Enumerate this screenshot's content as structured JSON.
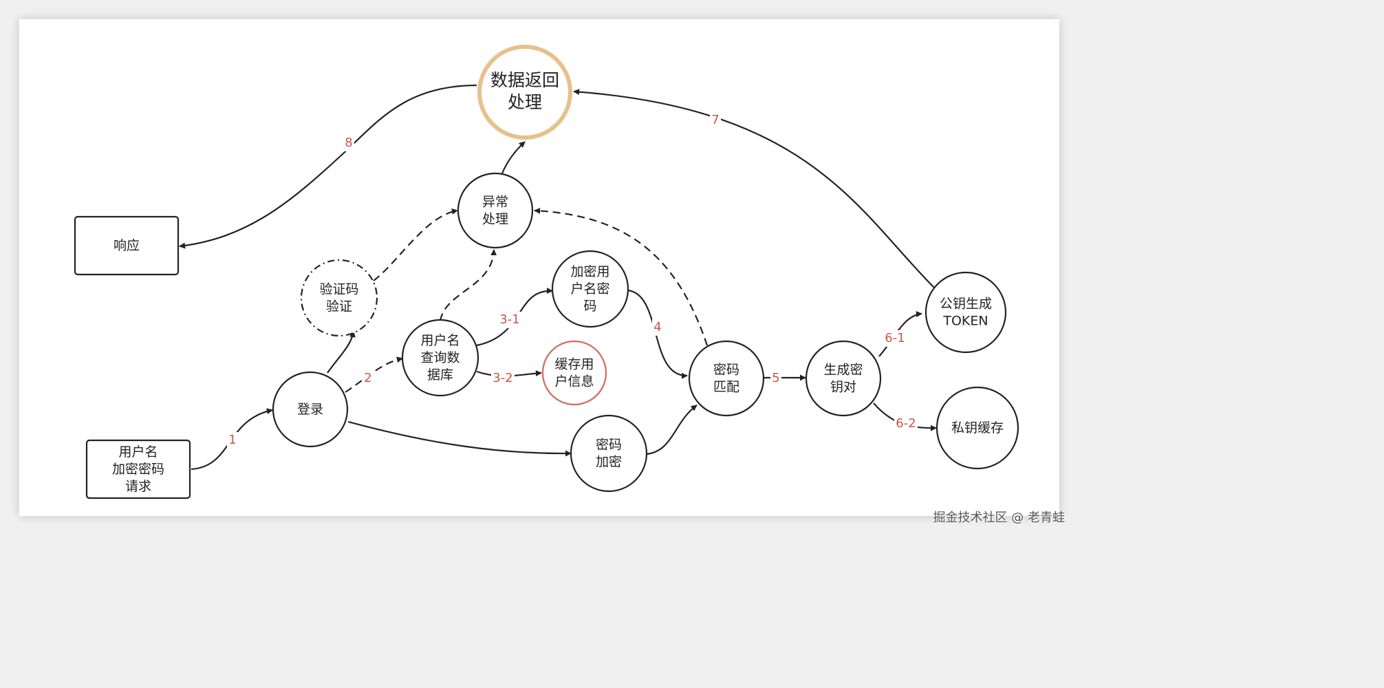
{
  "nodes": {
    "request": "用户名\n加密密码\n请求",
    "login": "登录",
    "captcha": "验证码\n验证",
    "query_db": "用户名\n查询数\n据库",
    "exception": "异常\n处理",
    "data_return": "数据返回\n处理",
    "response": "响应",
    "encrypt_user_pwd": "加密用\n户名密\n码",
    "cache_user": "缓存用\n户信息",
    "pwd_encrypt": "密码\n加密",
    "pwd_match": "密码\n匹配",
    "gen_keypair": "生成密\n钥对",
    "pubkey_token": "公钥生成\nTOKEN",
    "privkey_cache": "私钥缓存"
  },
  "edges": {
    "e1": "1",
    "e2": "2",
    "e3_1": "3-1",
    "e3_2": "3-2",
    "e4": "4",
    "e5": "5",
    "e6_1": "6-1",
    "e6_2": "6-2",
    "e7": "7",
    "e8": "8"
  },
  "colors": {
    "stroke": "#222222",
    "edge_label": "#cc5544",
    "data_return_ring": "#e8c08c",
    "cache_ring": "#d67268"
  },
  "watermark": "掘金技术社区 @ 老青蛙"
}
